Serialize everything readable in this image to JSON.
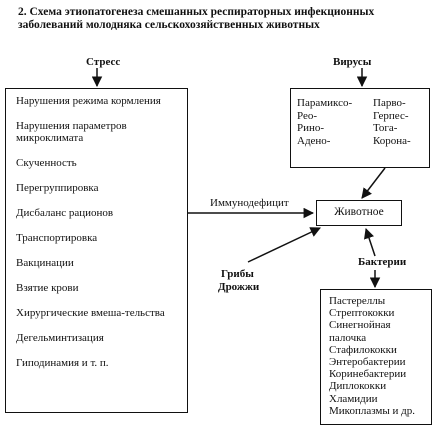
{
  "title": "2. Схема этиопатогенеза смешанных респираторных инфекционных заболеваний молодняка сельскохозяйственных животных",
  "stress": {
    "label": "Стресс",
    "items": [
      "Нарушения режима кормления",
      "Нарушения параметров микроклимата",
      "Скученность",
      "Перегруппировка",
      "Дисбаланс рационов",
      "Транспортировка",
      "Вакцинации",
      "Взятие крови",
      "Хирургические вмеша-тельства",
      "Дегельминтизация",
      "Гиподинамия и т. п."
    ]
  },
  "viruses": {
    "label": "Вирусы",
    "left_column": [
      "Парамиксо-",
      "Рео-",
      "Рино-",
      "Адено-"
    ],
    "right_column": [
      "Парво-",
      "Герпес-",
      "Тога-",
      "Корона-"
    ]
  },
  "animal": {
    "label": "Животное"
  },
  "immunodeficit": {
    "label": "Иммунодефицит"
  },
  "fungi": {
    "line1": "Грибы",
    "line2": "Дрожжи"
  },
  "bacteria": {
    "label": "Бактерии",
    "items": [
      "Пастереллы",
      "Стрептококки",
      "Синегнойная",
      "палочка",
      "Стафилококки",
      "Энтеробактерии",
      "Коринебактерии",
      "Диплококки",
      "Хламидии",
      "Микоплазмы и др."
    ]
  }
}
